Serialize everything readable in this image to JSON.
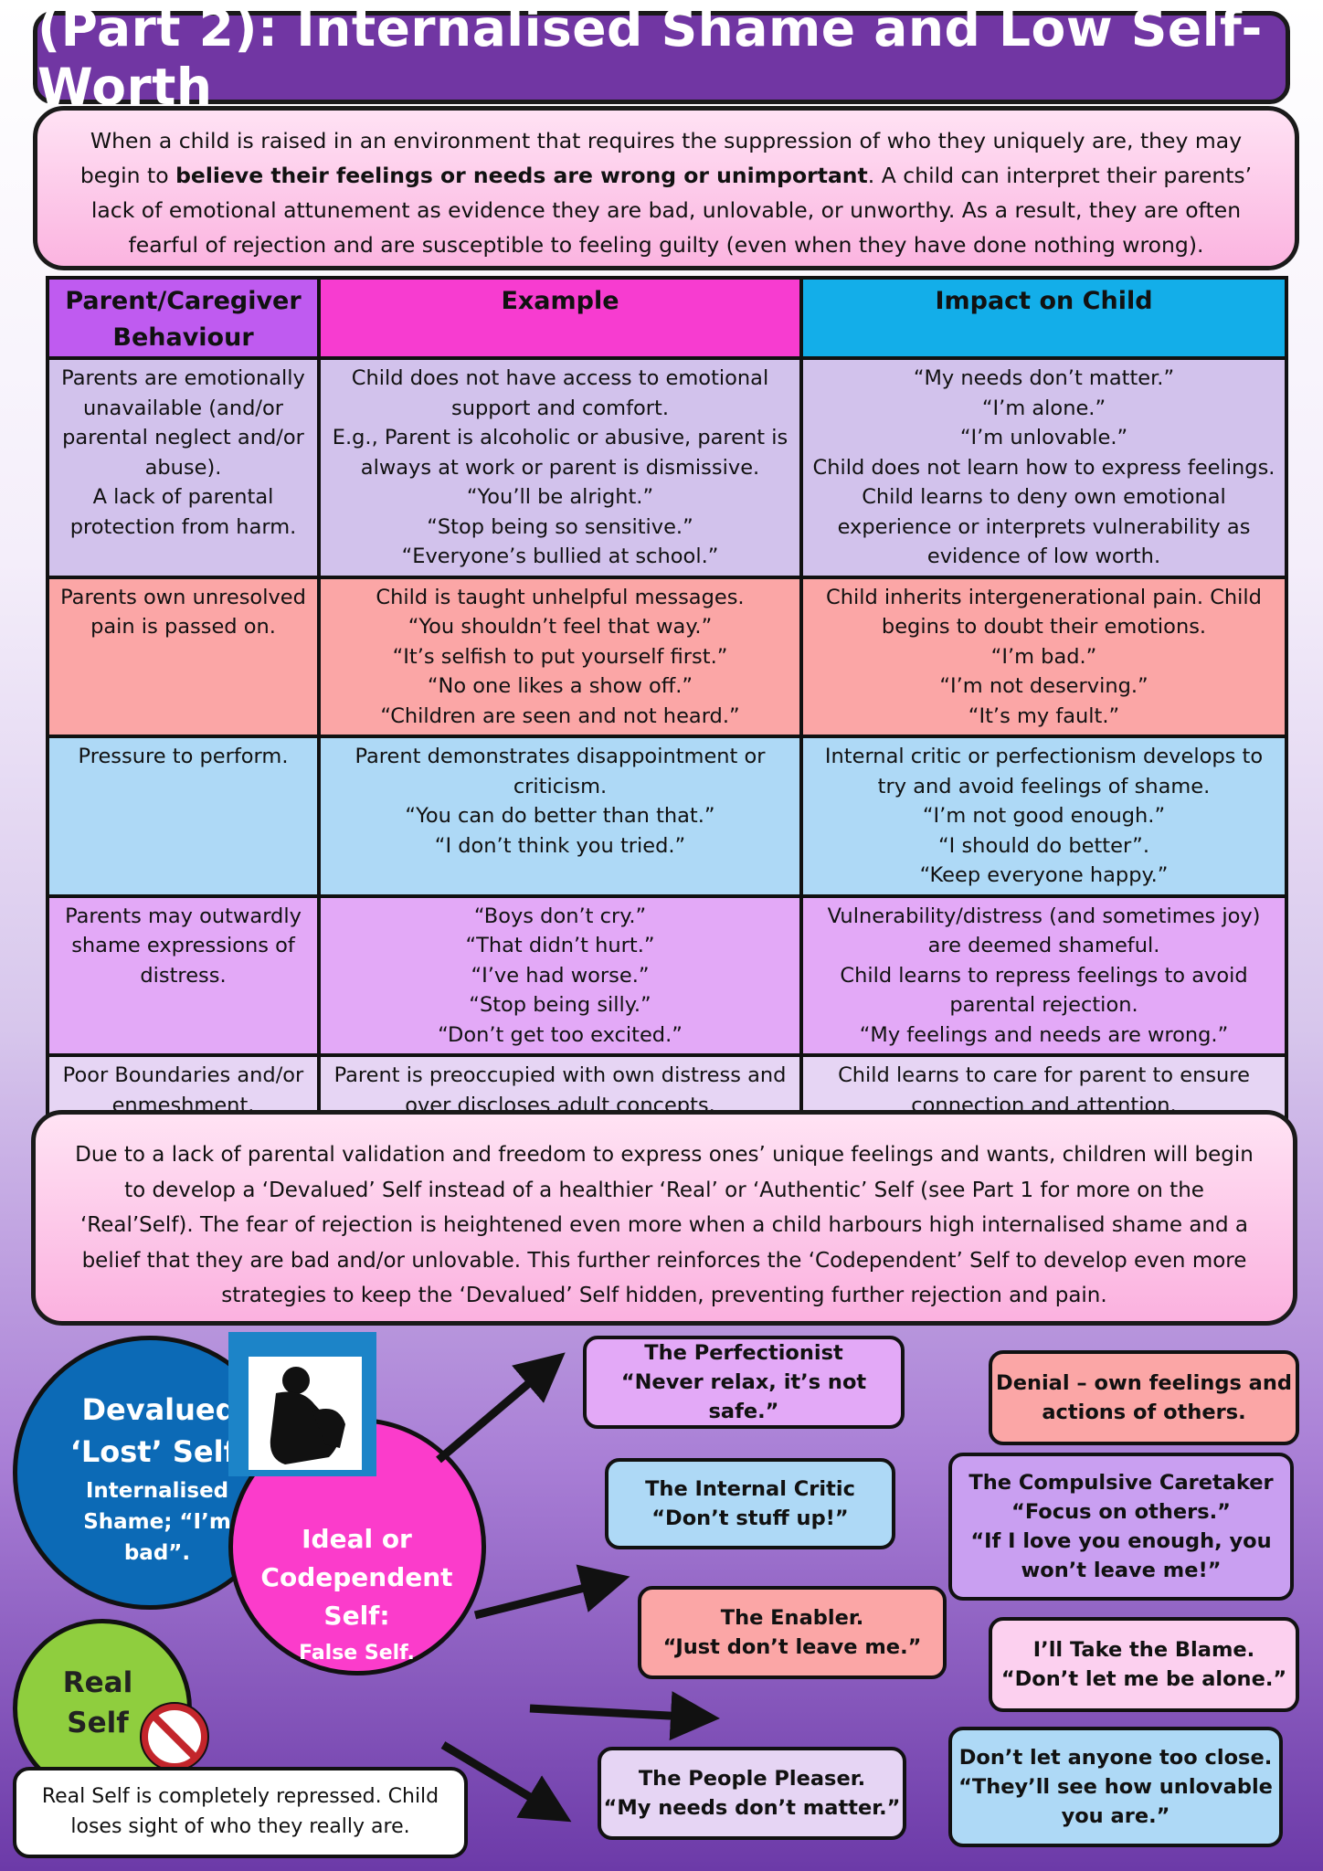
{
  "title": "(Part 2): Internalised Shame and Low Self-Worth",
  "intro": {
    "before": "When a child is raised in an environment that requires the suppression of who they uniquely are, they may begin to ",
    "bold": "believe their feelings or needs are wrong or unimportant",
    "after": ". A child can interpret their parents’ lack of emotional attunement as evidence they are bad, unlovable, or unworthy. As a result, they are often fearful of rejection and are susceptible to feeling guilty (even when they have done nothing wrong)."
  },
  "table": {
    "headers": [
      "Parent/Caregiver Behaviour",
      "Example",
      "Impact on Child"
    ],
    "rows": [
      {
        "behaviour": [
          "Parents are emotionally unavailable (and/or parental neglect and/or abuse).",
          "A lack of parental protection from harm."
        ],
        "example": [
          "Child does not have access to emotional support and comfort.",
          "E.g., Parent is alcoholic or abusive, parent is always at work or parent is dismissive.",
          "“You’ll be alright.”",
          "“Stop being so sensitive.”",
          "“Everyone’s bullied at school.”"
        ],
        "impact": [
          "“My needs don’t matter.”",
          "“I’m alone.”",
          "“I’m unlovable.”",
          "Child does not learn how to express feelings.",
          "Child learns to deny own emotional experience or interprets vulnerability as evidence of low worth."
        ]
      },
      {
        "behaviour": [
          "Parents own unresolved pain is passed on."
        ],
        "example": [
          "Child is taught unhelpful messages.",
          "“You shouldn’t feel that way.”",
          "“It’s selfish to put yourself first.”",
          "“No one likes a show off.”",
          "“Children are seen and not heard.”"
        ],
        "impact": [
          "Child inherits intergenerational pain. Child begins to doubt their emotions.",
          "“I’m bad.”",
          "“I’m not deserving.”",
          "“It’s my fault.”"
        ]
      },
      {
        "behaviour": [
          "Pressure to perform."
        ],
        "example": [
          "Parent demonstrates disappointment or criticism.",
          "“You can do better than that.”",
          "“I don’t think you tried.”"
        ],
        "impact": [
          "Internal critic or perfectionism develops to try and avoid feelings of shame.",
          "“I’m not good enough.”",
          "“I should do better”.",
          "“Keep everyone happy.”"
        ]
      },
      {
        "behaviour": [
          "Parents may outwardly shame expressions of distress."
        ],
        "example": [
          "“Boys don’t cry.”",
          "“That didn’t hurt.”",
          "“I’ve had worse.”",
          "“Stop being silly.”",
          "“Don’t get too excited.”"
        ],
        "impact": [
          "Vulnerability/distress (and sometimes joy) are deemed shameful.",
          "Child learns to repress feelings to avoid parental rejection.",
          "“My feelings and needs are wrong.”"
        ]
      },
      {
        "behaviour": [
          "Poor Boundaries and/or enmeshment."
        ],
        "example": [
          "Parent is preoccupied with own distress and over discloses adult concepts."
        ],
        "impact": [
          "Child learns to care for parent to ensure connection and attention."
        ]
      }
    ]
  },
  "middle_text": "Due to a lack of parental validation and freedom to express ones’ unique feelings and wants, children will begin to develop a ‘Devalued’ Self instead of a healthier ‘Real’ or ‘Authentic’ Self (see Part 1 for more on the ‘Real’Self). The fear of rejection is heightened even more when a child harbours high internalised shame and a belief that they are bad and/or unlovable. This further reinforces the ‘Codependent’ Self to develop even more strategies to keep the ‘Devalued’ Self hidden, preventing further rejection and pain.",
  "diagram": {
    "devalued_title": "Devalued ‘Lost’ Self:",
    "devalued_sub": "Internalised Shame; “I’m bad”.",
    "ideal_title": "Ideal or Codependent Self:",
    "ideal_sub": "False Self.",
    "real_title": "Real Self",
    "real_note": "Real Self is completely repressed. Child loses sight of who they really are.",
    "roles": [
      {
        "name": "The Perfectionist",
        "quote": "“Never relax, it’s not safe.”"
      },
      {
        "name": "The Internal Critic",
        "quote": "“Don’t stuff up!”"
      },
      {
        "name": "The Enabler.",
        "quote": "“Just don’t leave me.”"
      },
      {
        "name": "The People Pleaser.",
        "quote": "“My needs don’t matter.”"
      }
    ],
    "side_boxes": [
      {
        "lines": [
          "Denial – own feelings and actions of others."
        ]
      },
      {
        "lines": [
          "The Compulsive Caretaker",
          "“Focus on others.”",
          "“If I love you enough, you won’t leave me!”"
        ]
      },
      {
        "lines": [
          "I’ll Take the Blame.",
          "“Don’t let me be alone.”"
        ]
      },
      {
        "lines": [
          "Don’t let anyone too close.",
          "“They’ll see how unlovable you are.”"
        ]
      }
    ],
    "colors": {
      "devalued": "#0c6ab6",
      "ideal": "#fb3ccb",
      "real": "#8fce3e"
    },
    "icons": [
      "sad-child-icon",
      "no-entry-icon",
      "arrow-icon"
    ]
  }
}
